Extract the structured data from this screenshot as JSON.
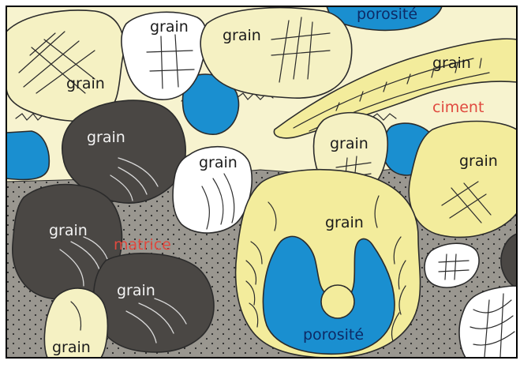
{
  "figure": {
    "colors": {
      "cement": "#f7f3cf",
      "matrix": "#9a9790",
      "pale_grain": "#f5f1c3",
      "yellow_grain": "#f3ec9c",
      "dark_grain": "#4a4744",
      "white_grain": "#ffffff",
      "porosity": "#1a8fd0",
      "label_red": "#e0493f",
      "border": "#000000"
    },
    "labels": {
      "grain": "grain",
      "porosity": "porosité",
      "cement": "ciment",
      "matrix": "matrice"
    }
  }
}
